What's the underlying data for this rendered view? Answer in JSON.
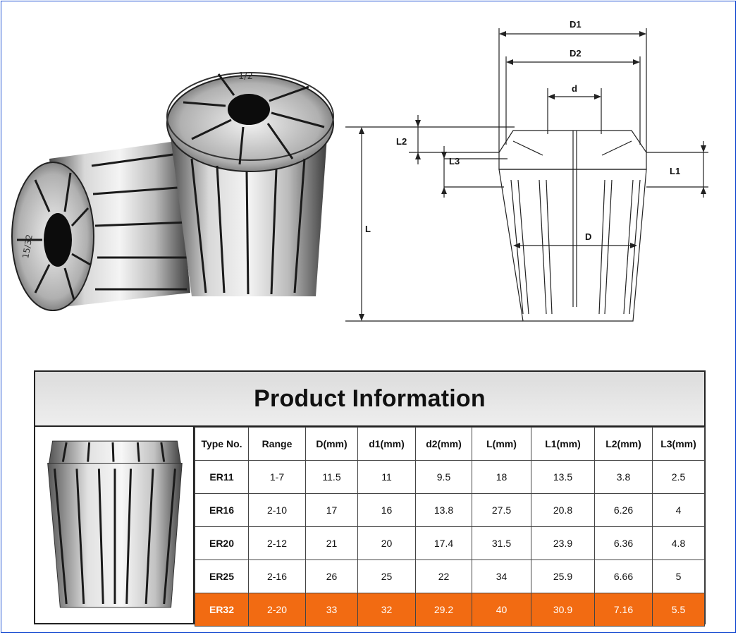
{
  "photo": {
    "left_collet_marking": "15/32",
    "right_collet_marking": "1/2"
  },
  "diagram": {
    "labels": {
      "D1": "D1",
      "D2": "D2",
      "d": "d",
      "L2": "L2",
      "L3": "L3",
      "L1": "L1",
      "L": "L",
      "D": "D"
    }
  },
  "table": {
    "title": "Product Information",
    "headers": [
      "Type No.",
      "Range",
      "D(mm)",
      "d1(mm)",
      "d2(mm)",
      "L(mm)",
      "L1(mm)",
      "L2(mm)",
      "L3(mm)"
    ],
    "rows": [
      [
        "ER11",
        "1-7",
        "11.5",
        "11",
        "9.5",
        "18",
        "13.5",
        "3.8",
        "2.5"
      ],
      [
        "ER16",
        "2-10",
        "17",
        "16",
        "13.8",
        "27.5",
        "20.8",
        "6.26",
        "4"
      ],
      [
        "ER20",
        "2-12",
        "21",
        "20",
        "17.4",
        "31.5",
        "23.9",
        "6.36",
        "4.8"
      ],
      [
        "ER25",
        "2-16",
        "26",
        "25",
        "22",
        "34",
        "25.9",
        "6.66",
        "5"
      ],
      [
        "ER32",
        "2-20",
        "33",
        "32",
        "29.2",
        "40",
        "30.9",
        "7.16",
        "5.5"
      ]
    ],
    "highlight_row": 4,
    "highlight_color": "#f26b12"
  }
}
